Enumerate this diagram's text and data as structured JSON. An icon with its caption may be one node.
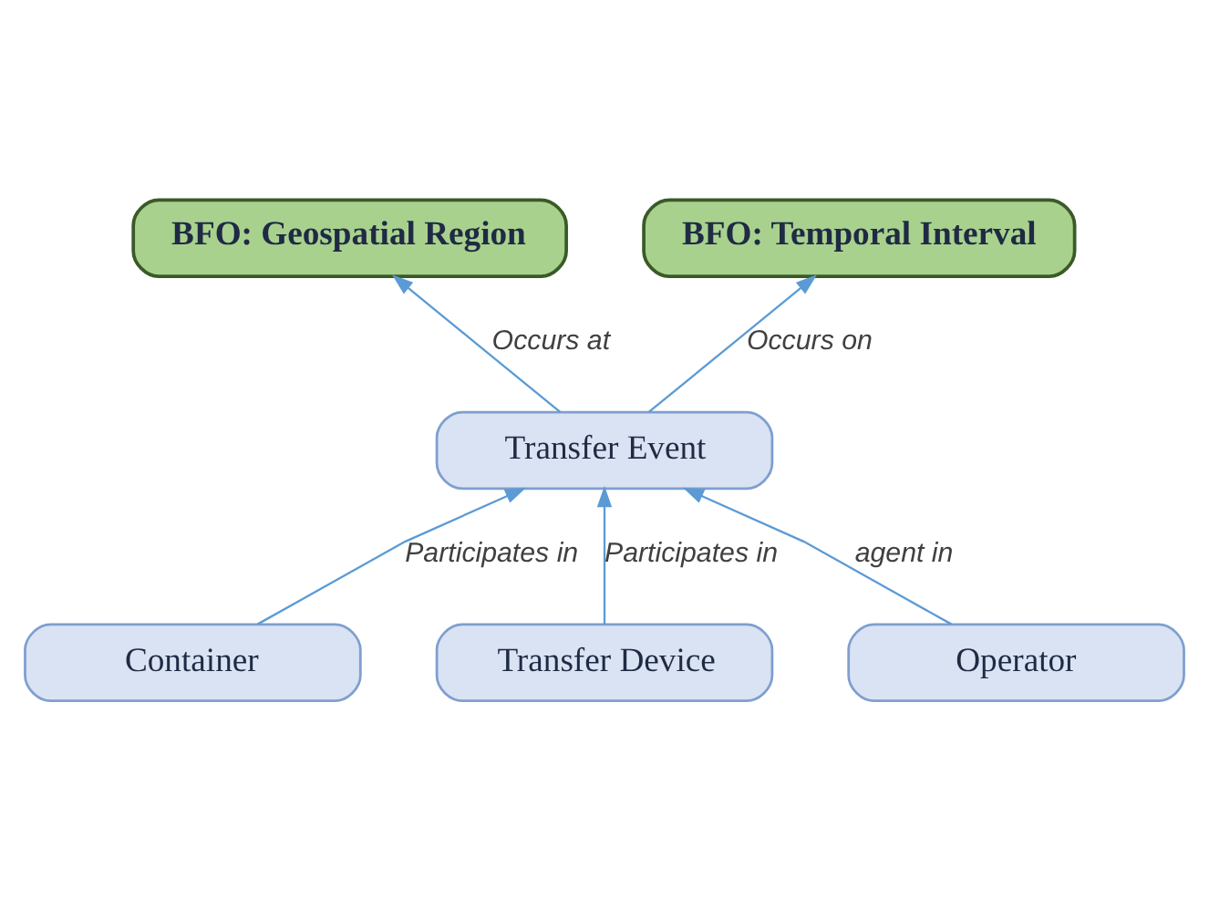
{
  "diagram": {
    "nodes": [
      {
        "text": [
          "BFO: Geospatial Region"
        ]
      },
      {
        "text": [
          "BFO: Temporal Interval"
        ]
      },
      {
        "text": [
          "Container"
        ]
      },
      {
        "text": [
          "Transfer Event"
        ]
      },
      {
        "text": [
          "Transfer Device"
        ]
      },
      {
        "text": [
          "Operator"
        ]
      }
    ],
    "edges": [
      {
        "from": 3,
        "to": 0,
        "arrow": "to",
        "label": "Occurs at"
      },
      {
        "from": 3,
        "to": 1,
        "arrow": "to",
        "label": "Occurs on"
      },
      {
        "from": 2,
        "to": 3,
        "arrow": "to",
        "label": "Participates in"
      },
      {
        "from": 4,
        "to": 3,
        "arrow": "to",
        "label": "Participates in"
      },
      {
        "from": 5,
        "to": 3,
        "arrow": "to",
        "label": "agent in"
      }
    ]
  }
}
